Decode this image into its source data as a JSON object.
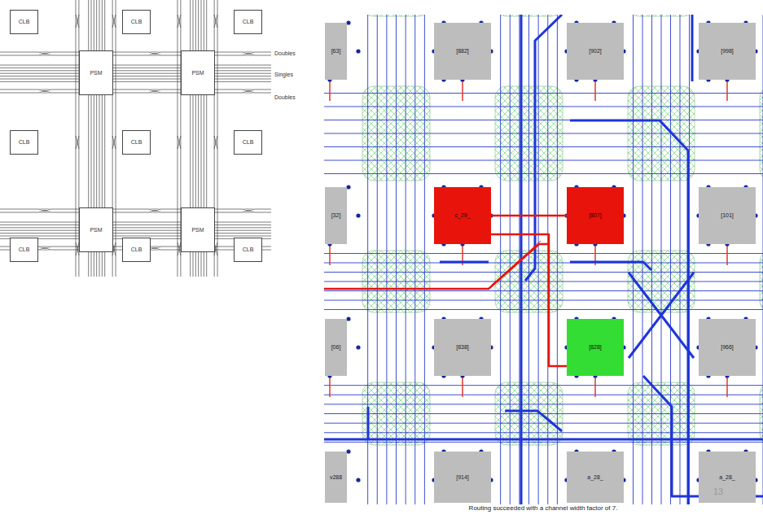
{
  "diagram": {
    "caption": "Routing succeeded with a channel width factor of 7.",
    "nodes": [
      {
        "text": [
          "CLB"
        ]
      },
      {
        "text": [
          "CLB"
        ]
      },
      {
        "text": [
          "CLB"
        ]
      },
      {
        "text": [
          "PSM"
        ]
      },
      {
        "text": [
          "PSM"
        ]
      },
      {
        "text": [
          "CLB"
        ]
      },
      {
        "text": [
          "CLB"
        ]
      },
      {
        "text": [
          "CLB"
        ]
      },
      {
        "text": [
          "PSM"
        ]
      },
      {
        "text": [
          "PSM"
        ]
      },
      {
        "text": [
          "CLB"
        ]
      },
      {
        "text": [
          "CLB"
        ]
      },
      {
        "text": [
          "CLB"
        ]
      },
      {
        "text": [
          "[63]"
        ]
      },
      {
        "text": [
          "[882]"
        ]
      },
      {
        "text": [
          "[902]"
        ]
      },
      {
        "text": [
          "[998]"
        ]
      },
      {
        "text": [
          "[32]"
        ]
      },
      {
        "text": [
          "c_29_"
        ]
      },
      {
        "text": [
          "[807]"
        ]
      },
      {
        "text": [
          "[101]"
        ]
      },
      {
        "text": [
          "[06]"
        ]
      },
      {
        "text": [
          "[838]"
        ]
      },
      {
        "text": [
          "[828]"
        ]
      },
      {
        "text": [
          "[966]"
        ]
      },
      {
        "text": [
          "v288"
        ]
      },
      {
        "text": [
          "[914]"
        ]
      },
      {
        "text": [
          "a_28_"
        ]
      },
      {
        "text": [
          "a_28_"
        ]
      }
    ],
    "edges": [
      {
        "from": 18,
        "to": 19,
        "arrow": "none"
      },
      {
        "from": 18,
        "to": 23,
        "arrow": "none"
      }
    ],
    "labels": [
      "Doubles",
      "Singles",
      "Doubles",
      "13"
    ]
  }
}
